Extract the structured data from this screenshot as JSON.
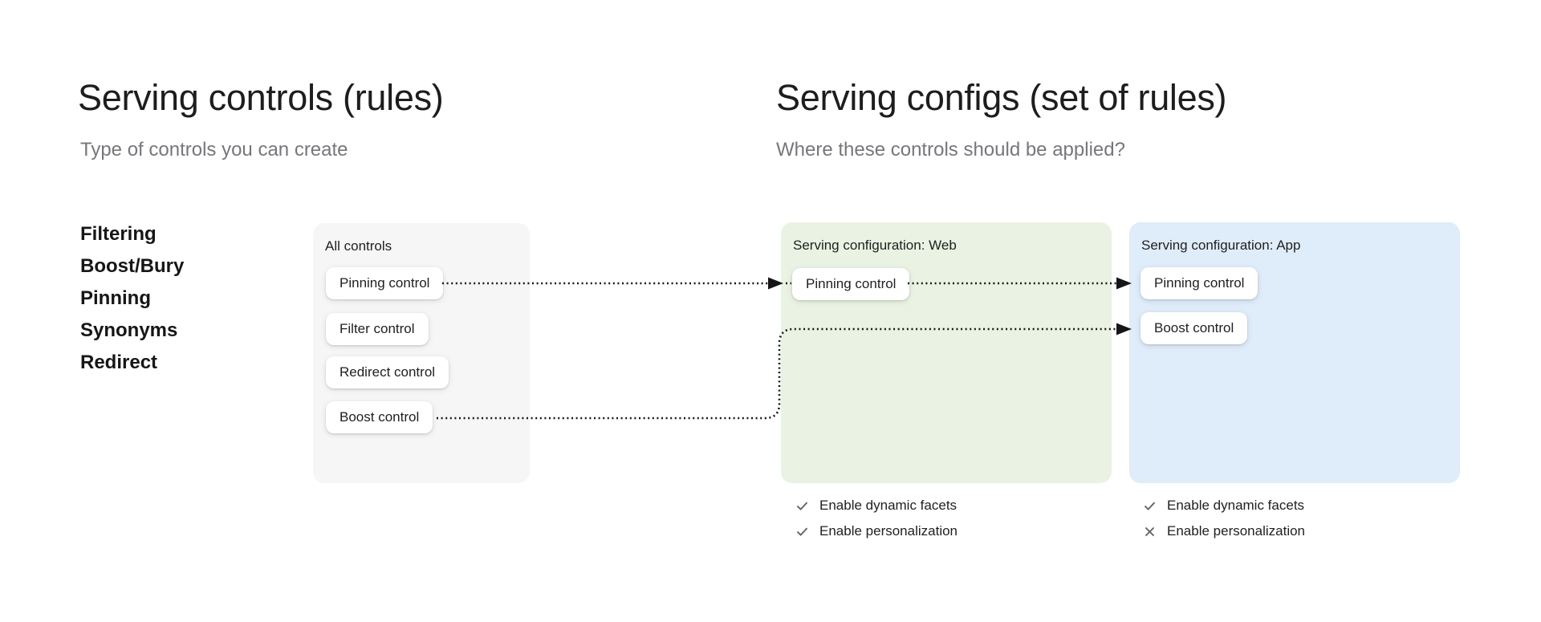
{
  "left_section": {
    "title": "Serving controls (rules)",
    "subtitle": "Type of controls you can create",
    "control_types": [
      "Filtering",
      "Boost/Bury",
      "Pinning",
      "Synonyms",
      "Redirect"
    ]
  },
  "right_section": {
    "title": "Serving configs (set of rules)",
    "subtitle": "Where these controls should be applied?"
  },
  "all_controls_card": {
    "label": "All controls",
    "buttons": [
      "Pinning control",
      "Filter control",
      "Redirect control",
      "Boost control"
    ]
  },
  "web_card": {
    "label": "Serving configuration: Web",
    "buttons": [
      "Pinning control"
    ],
    "footer": [
      {
        "icon": "check-icon",
        "label": "Enable dynamic facets"
      },
      {
        "icon": "check-icon",
        "label": "Enable personalization"
      }
    ]
  },
  "app_card": {
    "label": "Serving configuration: App",
    "buttons": [
      "Pinning control",
      "Boost control"
    ],
    "footer": [
      {
        "icon": "check-icon",
        "label": "Enable dynamic facets"
      },
      {
        "icon": "x-icon",
        "label": "Enable personalization"
      }
    ]
  },
  "connections": [
    {
      "from": "Pinning control (All controls)",
      "to": "Pinning control (Web)",
      "style": "dotted-arrow"
    },
    {
      "from": "Pinning control (Web)",
      "to": "Pinning control (App)",
      "style": "dotted-arrow"
    },
    {
      "from": "Boost control (All controls)",
      "to": "Boost control (App)",
      "style": "dotted-arrow"
    }
  ],
  "colors": {
    "title": "#1d1d1d",
    "subtitle": "#76777b",
    "card-gray": "#f6f6f6",
    "card-green": "#eaf2e3",
    "card-blue": "#dfecfa",
    "button-bg": "#ffffff",
    "arrow": "#161616",
    "icon-gray": "#5f6368"
  }
}
